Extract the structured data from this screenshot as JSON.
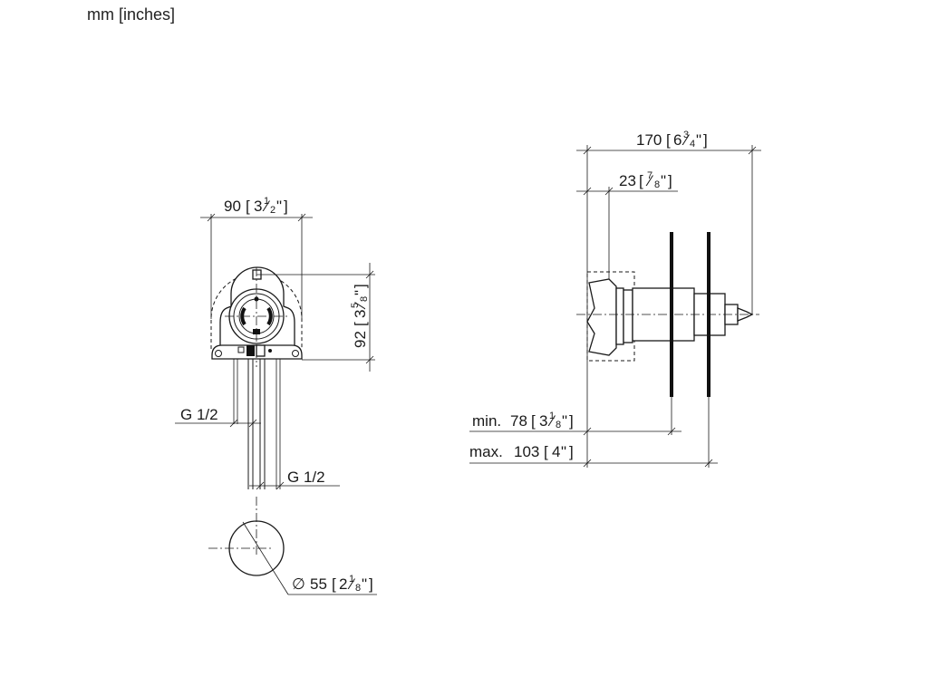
{
  "units_note": "mm [inches]",
  "front_view": {
    "width": {
      "mm": "90",
      "whole": "3",
      "num": "1",
      "den": "2"
    },
    "height": {
      "mm": "92",
      "whole": "3",
      "num": "5",
      "den": "8"
    },
    "inlet_left": "G 1/2",
    "inlet_right": "G 1/2"
  },
  "circle_view": {
    "diameter": {
      "symbol": "∅",
      "mm": "55",
      "whole": "2",
      "num": "1",
      "den": "8"
    }
  },
  "side_view": {
    "overall_length": {
      "mm": "170",
      "whole": "6",
      "num": "3",
      "den": "4"
    },
    "flange_depth": {
      "mm": "23",
      "whole": "",
      "num": "7",
      "den": "8"
    },
    "min_depth": {
      "label": "min.",
      "mm": "78",
      "whole": "3",
      "num": "1",
      "den": "8"
    },
    "max_depth": {
      "label": "max.",
      "mm": "103",
      "whole": "4",
      "num": "",
      "den": ""
    }
  },
  "quote": "\""
}
